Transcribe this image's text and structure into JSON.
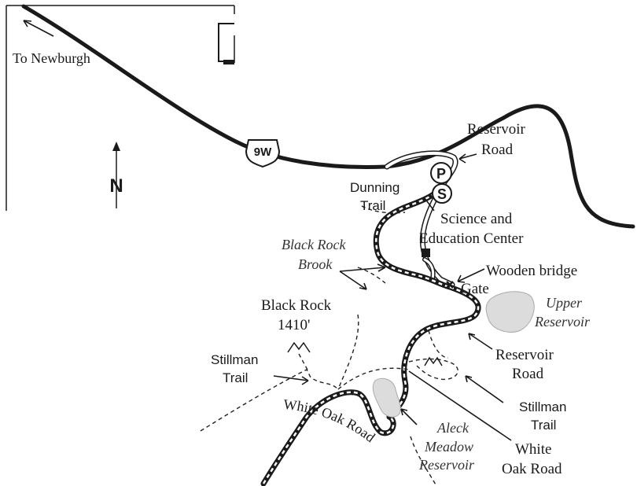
{
  "labels": {
    "to_newburgh": "To Newburgh",
    "route_shield": "9W",
    "north": "N",
    "reservoir_road_top_1": "Reservoir",
    "reservoir_road_top_2": "Road",
    "parking": "P",
    "science_marker": "S",
    "dunning_1": "Dunning",
    "dunning_2": "Trail",
    "science_1": "Science and",
    "science_2": "Education Center",
    "brook_1": "Black Rock",
    "brook_2": "Brook",
    "wooden_bridge": "Wooden bridge",
    "gate": "Gate",
    "upper_res_1": "Upper",
    "upper_res_2": "Reservoir",
    "black_rock_1": "Black Rock",
    "black_rock_2": "1410'",
    "stillman_left_1": "Stillman",
    "stillman_left_2": "Trail",
    "reservoir_road_mid_1": "Reservoir",
    "reservoir_road_mid_2": "Road",
    "stillman_right_1": "Stillman",
    "stillman_right_2": "Trail",
    "aleck_1": "Aleck",
    "aleck_2": "Meadow",
    "aleck_3": "Reservoir",
    "white_oak_right_1": "White",
    "white_oak_right_2": "Oak Road",
    "white_oak_curve": "White Oak Road"
  },
  "colors": {
    "ink": "#1a1a1a",
    "reservoir_fill": "#dcdcdc",
    "background": "#ffffff"
  }
}
